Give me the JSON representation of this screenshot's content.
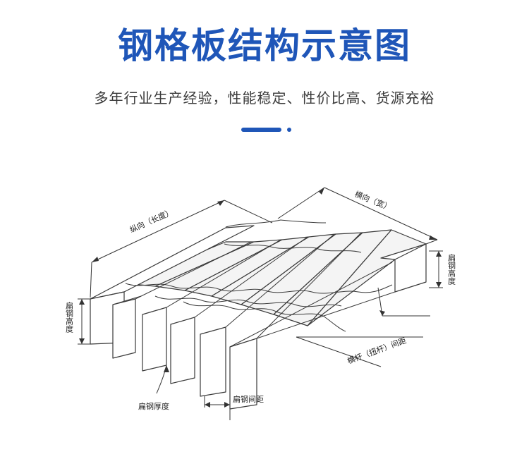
{
  "header": {
    "title": "钢格板结构示意图",
    "subtitle": "多年行业生产经验，性能稳定、性价比高、货源充裕"
  },
  "diagram": {
    "labels": {
      "longitudinal": "纵向（长度）",
      "transverse": "横向（宽）",
      "bar_height_right": "扁钢高度",
      "bar_height_left": "扁钢高度",
      "cross_bar_pitch": "横杆（扭杆）间距",
      "bar_thickness": "扁钢厚度",
      "bar_pitch": "扁钢间距"
    }
  },
  "colors": {
    "title": "#1f56b8",
    "accent": "#1f56b8",
    "subtitle": "#3b3b3b"
  }
}
